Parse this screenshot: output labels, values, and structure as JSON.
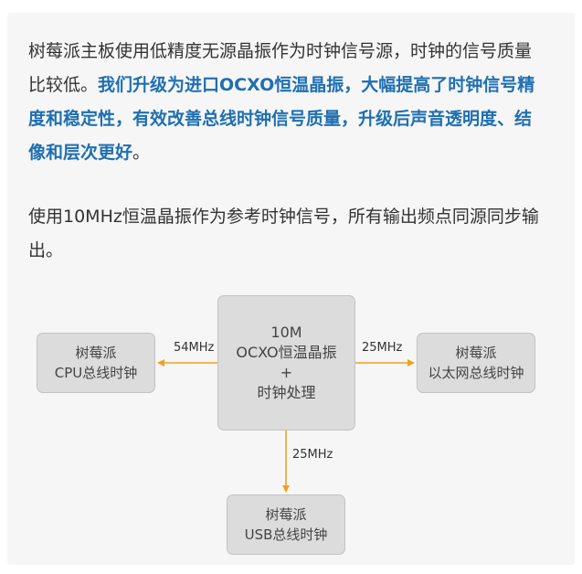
{
  "intro": {
    "plain": "树莓派主板使用低精度无源晶振作为时钟信号源，时钟的信号质量比较低。",
    "highlight": "我们升级为进口OCXO恒温晶振，大幅提高了时钟信号精度和稳定性，有效改善总线时钟信号质量，升级后声音透明度、结像和层次更好",
    "end": "。"
  },
  "reference": {
    "text": "使用10MHz恒温晶振作为参考时钟信号，所有输出频点同源同步输出。"
  },
  "diagram": {
    "center": {
      "line1": "10M",
      "line2": "OCXO恒温晶振",
      "line3": "+",
      "line4": "时钟处理"
    },
    "left": {
      "line1": "树莓派",
      "line2": "CPU总线时钟",
      "freq": "54MHz"
    },
    "right": {
      "line1": "树莓派",
      "line2": "以太网总线时钟",
      "freq": "25MHz"
    },
    "bottom": {
      "line1": "树莓派",
      "line2": "USB总线时钟",
      "freq": "25MHz"
    },
    "arrow_color": "#f0a020",
    "highlight_color": "#1f6fb2"
  }
}
